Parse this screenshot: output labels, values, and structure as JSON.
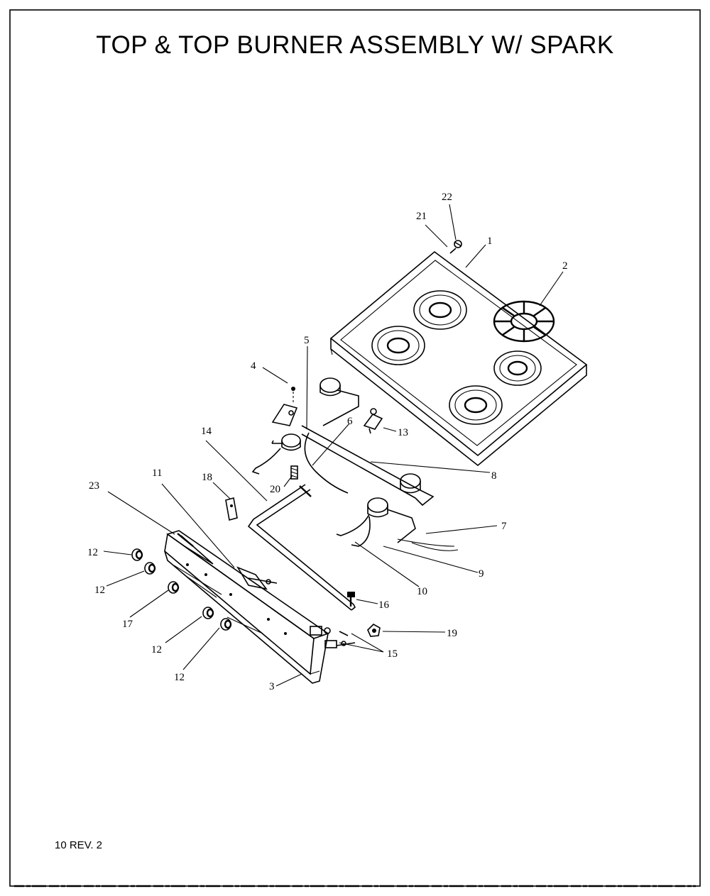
{
  "title": "TOP & TOP BURNER ASSEMBLY W/ SPARK",
  "footer": "10 REV. 2",
  "callouts": [
    "22",
    "21",
    "1",
    "2",
    "5",
    "4",
    "6",
    "13",
    "14",
    "8",
    "11",
    "18",
    "20",
    "23",
    "7",
    "12",
    "12",
    "17",
    "9",
    "10",
    "16",
    "19",
    "12",
    "15",
    "12",
    "3"
  ]
}
